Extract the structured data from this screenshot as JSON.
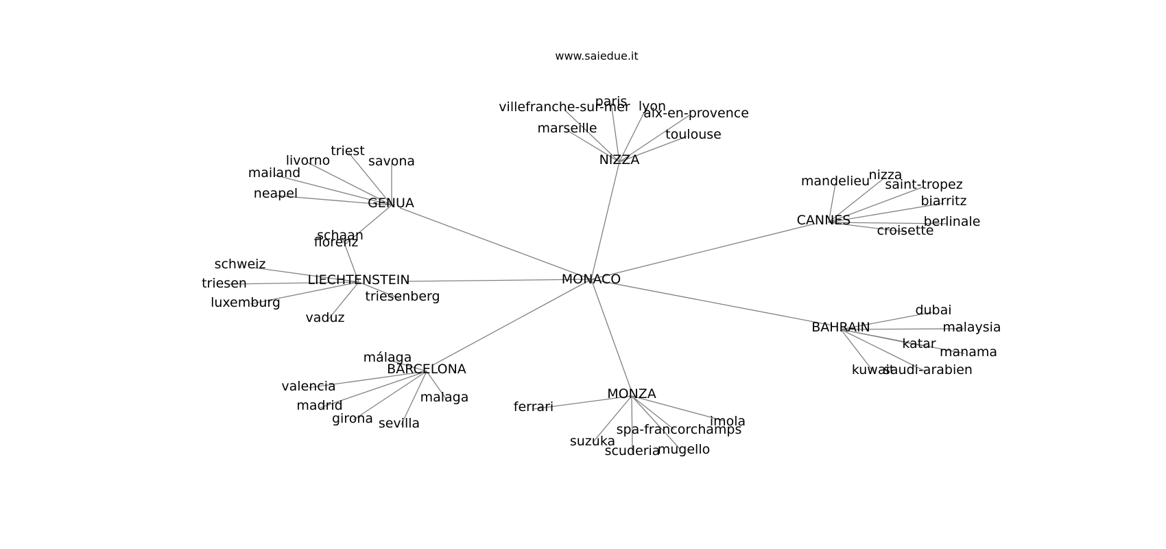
{
  "title": "www.saiedue.it",
  "graph": {
    "center": "MONACO",
    "hubs": [
      {
        "id": "NIZZA",
        "leaves": [
          "villefranche-sur-mer",
          "paris",
          "lyon",
          "aix-en-provence",
          "marseille",
          "toulouse"
        ]
      },
      {
        "id": "GENUA",
        "leaves": [
          "triest",
          "savona",
          "livorno",
          "mailand",
          "neapel",
          "florenz"
        ]
      },
      {
        "id": "CANNES",
        "leaves": [
          "mandelieu",
          "nizza",
          "saint-tropez",
          "biarritz",
          "berlinale",
          "croisette"
        ]
      },
      {
        "id": "LIECHTENSTEIN",
        "leaves": [
          "schaan",
          "schweiz",
          "triesen",
          "luxemburg",
          "triesenberg",
          "vaduz"
        ]
      },
      {
        "id": "BAHRAIN",
        "leaves": [
          "dubai",
          "malaysia",
          "katar",
          "manama",
          "kuwait",
          "saudi-arabien"
        ]
      },
      {
        "id": "BARCELONA",
        "leaves": [
          "málaga",
          "valencia",
          "madrid",
          "girona",
          "sevilla",
          "malaga"
        ]
      },
      {
        "id": "MONZA",
        "leaves": [
          "ferrari",
          "imola",
          "spa-francorchamps",
          "suzuka",
          "scuderia",
          "mugello"
        ]
      }
    ]
  }
}
